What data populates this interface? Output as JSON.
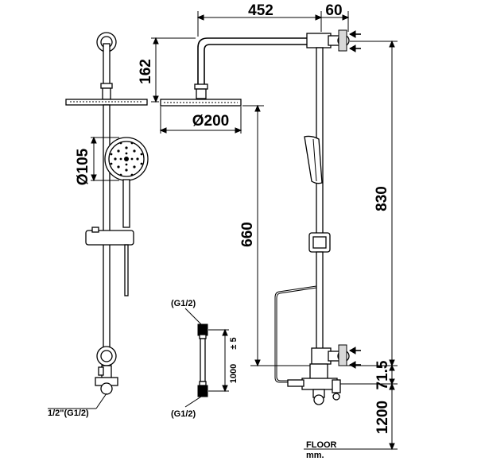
{
  "dimensions": {
    "arm_length": "452",
    "wall_offset": "60",
    "arm_height": "162",
    "rain_head_diameter": "Ø200",
    "hand_shower_diameter": "Ø105",
    "rail_height": "660",
    "total_height": "830",
    "outlet_offset": "71.5",
    "mount_height": "1200",
    "hose_length": "1000",
    "hose_tolerance": "± 5"
  },
  "labels": {
    "hose_top": "(G1/2)",
    "hose_bottom": "(G1/2)",
    "inlet": "1/2\"(G1/2)",
    "floor": "FLOOR",
    "unit": "mm."
  }
}
